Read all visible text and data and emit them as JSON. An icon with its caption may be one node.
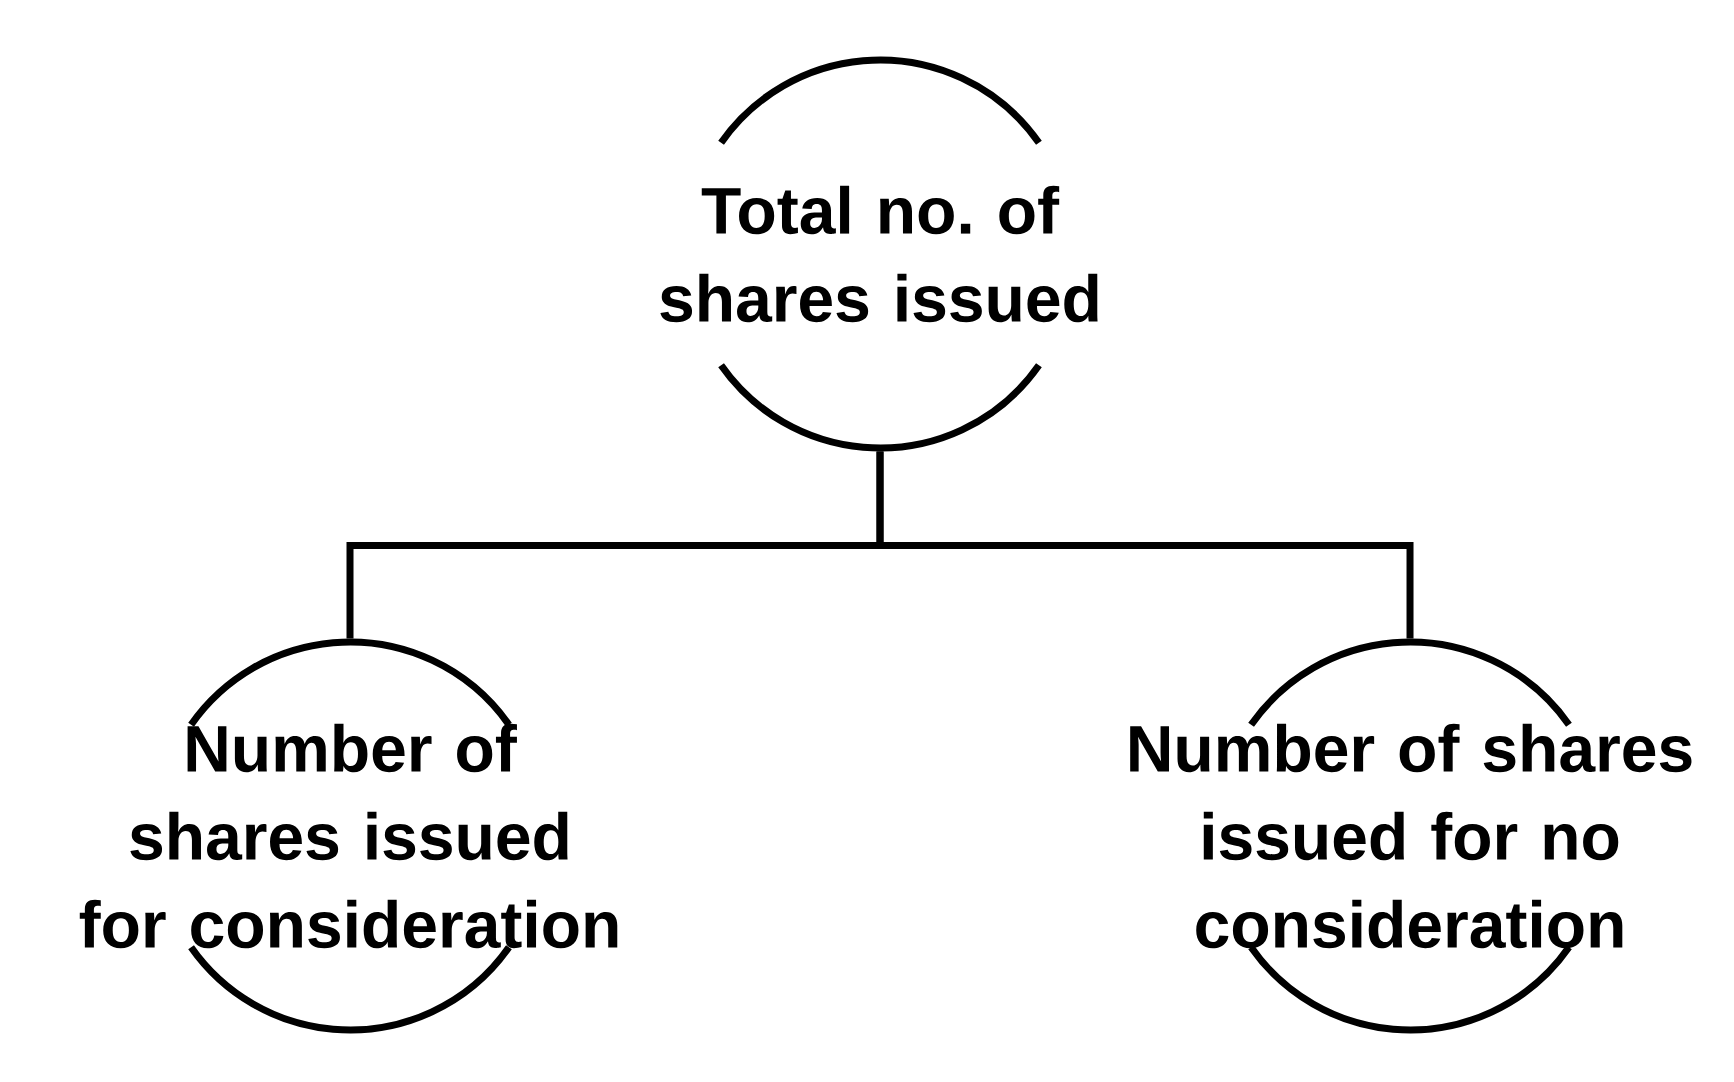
{
  "diagram": {
    "nodes": [
      {
        "text": [
          "Total no. of shares issued"
        ]
      },
      {
        "text": [
          "Number of shares issued for consideration"
        ]
      },
      {
        "text": [
          "Number of shares issued for no consideration"
        ]
      }
    ],
    "edges": [
      {
        "from": 0,
        "to": 1,
        "arrow": "none"
      },
      {
        "from": 0,
        "to": 2,
        "arrow": "none"
      }
    ]
  }
}
